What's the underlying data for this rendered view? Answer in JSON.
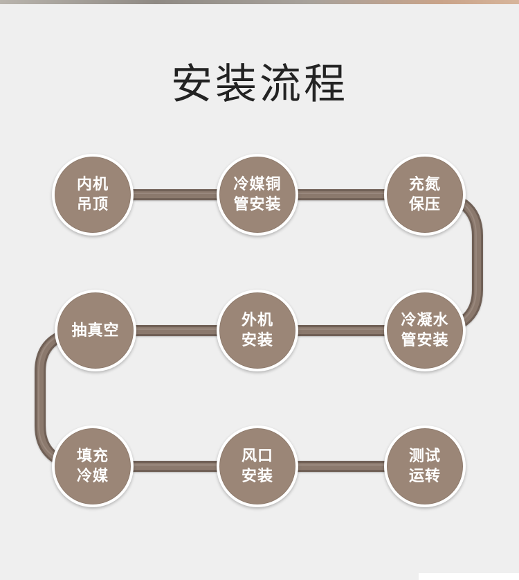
{
  "title": "安装流程",
  "colors": {
    "background": "#efefef",
    "circle_fill": "#9b8677",
    "circle_ring": "#ffffff",
    "connector": "#8b796d",
    "text": "#ffffff",
    "title": "#232323"
  },
  "steps": [
    {
      "label": "内机\n吊顶"
    },
    {
      "label": "冷媒铜\n管安装"
    },
    {
      "label": "充氮\n保压"
    },
    {
      "label": "冷凝水\n管安装"
    },
    {
      "label": "外机\n安装"
    },
    {
      "label": "抽真空"
    },
    {
      "label": "填充\n冷媒"
    },
    {
      "label": "风口\n安装"
    },
    {
      "label": "测试\n运转"
    }
  ]
}
